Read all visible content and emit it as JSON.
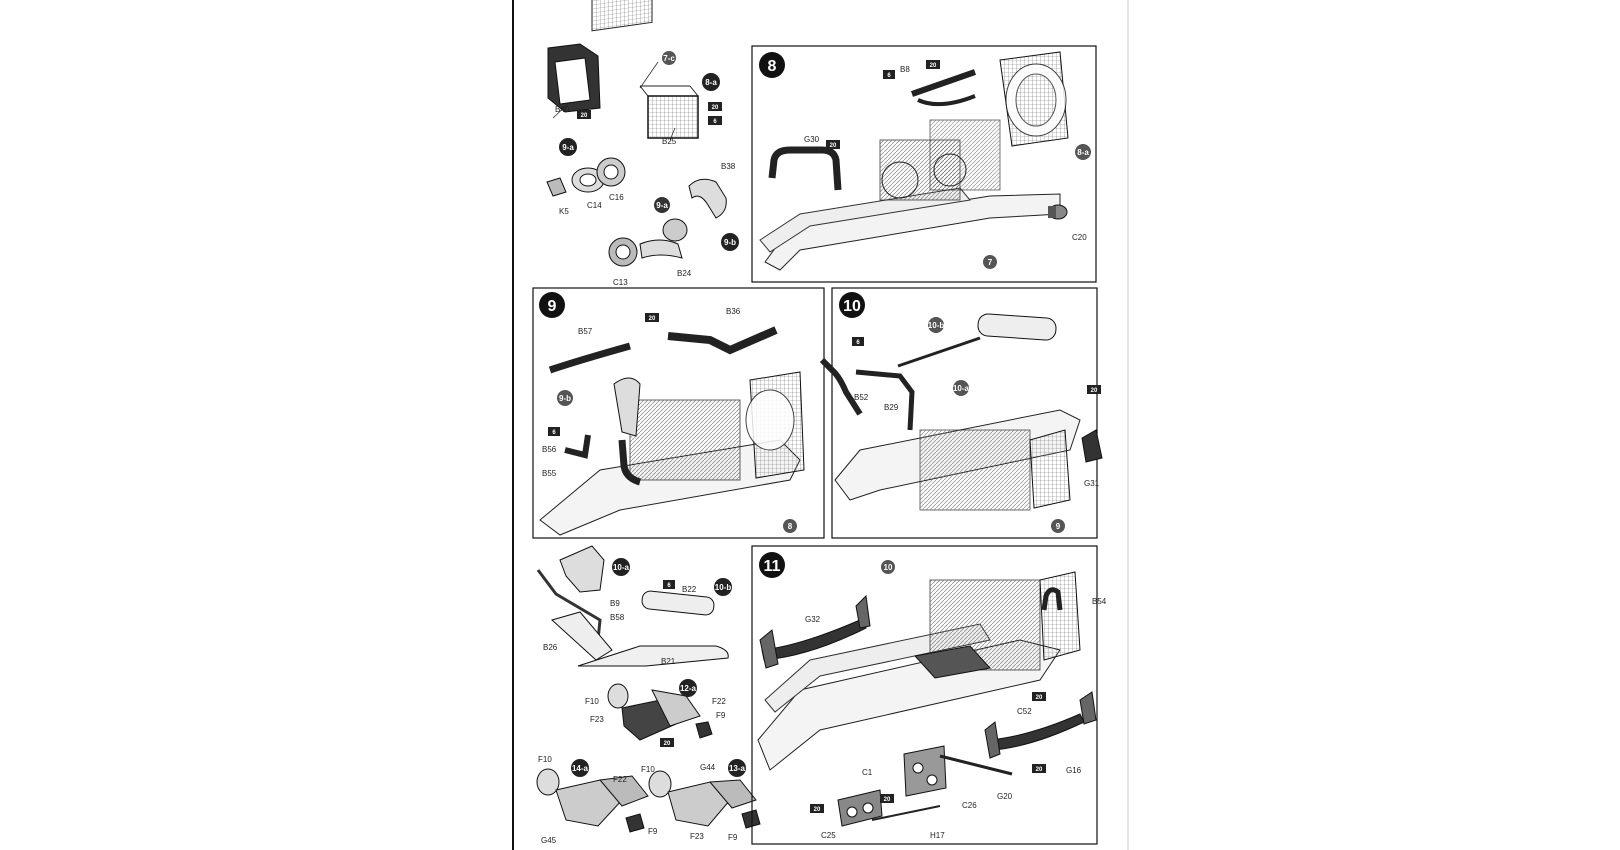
{
  "sections": {
    "sub_7c": {
      "labels": {
        "p7c": "7-c",
        "b40": "B40",
        "b25": "B25"
      },
      "badges": {
        "b8a": "8-a"
      },
      "paints": {
        "s20a": "20",
        "s20b": "20",
        "s6a": "6"
      }
    },
    "sub_9ab": {
      "labels": {
        "k5": "K5",
        "c14": "C14",
        "c16": "C16",
        "b38": "B38",
        "c13": "C13",
        "b24": "B24"
      },
      "badges": {
        "b9a": "9-a",
        "b9a2": "9-a",
        "b9b": "9-b"
      }
    },
    "step8": {
      "number": "8",
      "labels": {
        "b8": "B8",
        "g30": "G30",
        "c20": "C20"
      },
      "badges": {
        "b8a": "8-a",
        "b7": "7"
      },
      "paints": {
        "s6": "6",
        "s20a": "20",
        "s20b": "20"
      }
    },
    "step9": {
      "number": "9",
      "labels": {
        "b57": "B57",
        "b36": "B36",
        "b56": "B56",
        "b55": "B55"
      },
      "badges": {
        "b9b": "9-b",
        "b8": "8"
      },
      "paints": {
        "s20": "20",
        "s6": "6"
      }
    },
    "step10": {
      "number": "10",
      "labels": {
        "b52": "B52",
        "b29": "B29",
        "g31": "G31"
      },
      "badges": {
        "b10b": "10-b",
        "b10a": "10-a",
        "b9": "9"
      },
      "paints": {
        "s6": "6",
        "s20": "20"
      }
    },
    "sub_10ab": {
      "labels": {
        "b9": "B9",
        "b58": "B58",
        "b26": "B26",
        "b22": "B22",
        "b21": "B21"
      },
      "badges": {
        "b10a": "10-a",
        "b10b": "10-b"
      },
      "paints": {
        "s6": "6"
      }
    },
    "sub_12a": {
      "labels": {
        "f10": "F10",
        "f22": "F22",
        "f23": "F23",
        "f9": "F9"
      },
      "badges": {
        "b12a": "12-a"
      },
      "paints": {
        "s20": "20"
      }
    },
    "sub_14a13a": {
      "labels": {
        "f10a": "F10",
        "f22": "F22",
        "g45": "G45",
        "f9a": "F9",
        "f10b": "F10",
        "g44": "G44",
        "f23": "F23",
        "f9b": "F9"
      },
      "badges": {
        "b14a": "14-a",
        "b13a": "13-a"
      }
    },
    "step11": {
      "number": "11",
      "labels": {
        "g32": "G32",
        "b54": "B54",
        "c52": "C52",
        "g16": "G16",
        "c1": "C1",
        "g20": "G20",
        "c26": "C26",
        "c25": "C25",
        "h17": "H17"
      },
      "badges": {
        "b10": "10"
      },
      "paints": {
        "s20a": "20",
        "s20b": "20",
        "s20c": "20",
        "s20d": "20"
      }
    }
  }
}
